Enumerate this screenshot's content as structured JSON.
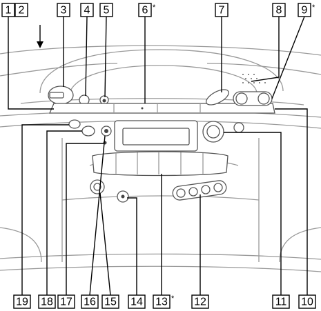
{
  "top_callouts": [
    {
      "id": "c1",
      "label": "1"
    },
    {
      "id": "c2",
      "label": "2"
    },
    {
      "id": "c3",
      "label": "3"
    },
    {
      "id": "c4",
      "label": "4"
    },
    {
      "id": "c5",
      "label": "5"
    },
    {
      "id": "c6",
      "label": "6",
      "asterisk": "*"
    },
    {
      "id": "c7",
      "label": "7"
    },
    {
      "id": "c8",
      "label": "8"
    },
    {
      "id": "c9",
      "label": "9",
      "asterisk": "*"
    }
  ],
  "bottom_callouts": [
    {
      "id": "c19",
      "label": "19"
    },
    {
      "id": "c18",
      "label": "18"
    },
    {
      "id": "c17",
      "label": "17"
    },
    {
      "id": "c16",
      "label": "16"
    },
    {
      "id": "c15",
      "label": "15"
    },
    {
      "id": "c14",
      "label": "14"
    },
    {
      "id": "c13",
      "label": "13",
      "asterisk": "*"
    },
    {
      "id": "c12",
      "label": "12"
    },
    {
      "id": "c11",
      "label": "11"
    },
    {
      "id": "c10",
      "label": "10"
    }
  ]
}
